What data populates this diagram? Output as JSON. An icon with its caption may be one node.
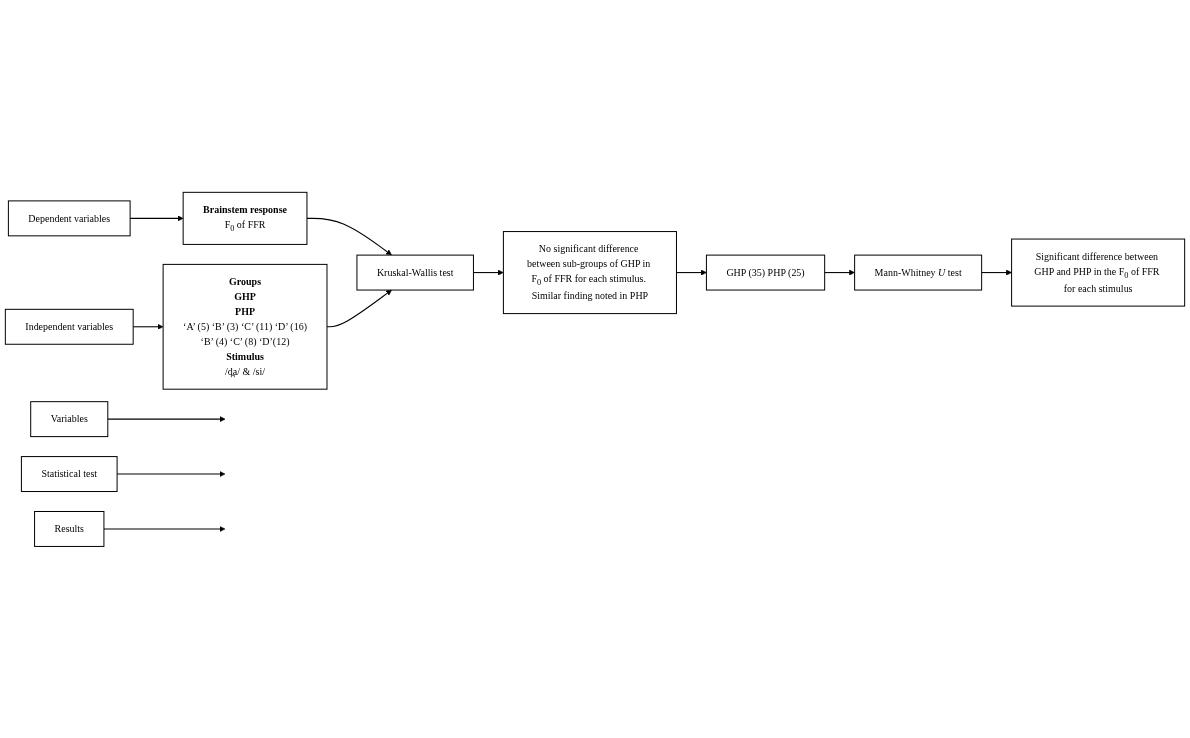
{
  "diagram": {
    "nodes": [
      {
        "text": [
          "Variables"
        ]
      },
      {
        "text": [
          "Statistical test"
        ]
      },
      {
        "text": [
          "Results"
        ]
      },
      {
        "text": [
          "Dependent variables"
        ]
      },
      {
        "text": [
          "Brainstem response",
          "F$_{0}$ of FFR"
        ]
      },
      {
        "text": [
          "Kruskal-Wallis test"
        ]
      },
      {
        "text": [
          "No significant difference between sub-groups of GHP in F$_{0}$ of FFR for each stimulus. Similar finding noted in PHP"
        ]
      },
      {
        "text": [
          "Independent variables"
        ]
      },
      {
        "text": [
          "Groups",
          "GHP",
          "PHP",
          "‘A’ (5) ‘B’ (3) ‘C’ (11) ‘D’ (16)",
          "‘B’ (4) ‘C’ (8) ‘D’(12)",
          "Stimulus",
          "/d̪a/ & /si/"
        ]
      },
      {
        "text": [
          "GHP (35) PHP (25)"
        ]
      },
      {
        "text": [
          "Mann-Whitney *U* test"
        ]
      },
      {
        "text": [
          "Significant difference between GHP and PHP in the F$_{0}$ of FFR for each stimulus"
        ]
      }
    ],
    "edges": [
      {
        "from": 0,
        "to": null,
        "arrow": "to"
      },
      {
        "from": 1,
        "to": null,
        "arrow": "to"
      },
      {
        "from": 2,
        "to": null,
        "arrow": "to"
      },
      {
        "from": 3,
        "to": 4,
        "arrow": "to"
      },
      {
        "from": 4,
        "to": 5,
        "arrow": "to"
      },
      {
        "from": 8,
        "to": 5,
        "arrow": "to"
      },
      {
        "from": 5,
        "to": 6,
        "arrow": "to"
      },
      {
        "from": 7,
        "to": 8,
        "arrow": "to"
      },
      {
        "from": 6,
        "to": 9,
        "arrow": "to"
      },
      {
        "from": 9,
        "to": 10,
        "arrow": "to"
      },
      {
        "from": 10,
        "to": 11,
        "arrow": "to"
      }
    ]
  }
}
